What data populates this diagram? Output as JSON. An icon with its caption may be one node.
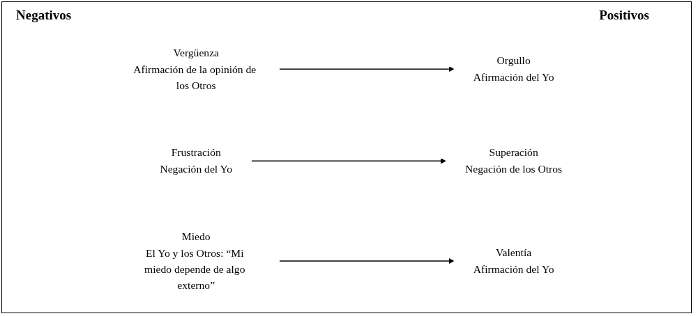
{
  "diagram": {
    "nodes": [
      {
        "text": [
          "Vergüenza",
          "Afirmación de la opinión de los Otros"
        ]
      },
      {
        "text": [
          "Orgullo",
          "Afirmación del Yo"
        ]
      },
      {
        "text": [
          "Frustración",
          "Negación del Yo"
        ]
      },
      {
        "text": [
          "Valentía",
          "Afirmación del Yo"
        ]
      },
      {
        "text": [
          "Miedo",
          "El Yo y los Otros: “Mi miedo depende de algo externo”"
        ]
      },
      {
        "text": [
          "Superación",
          "Negación de los Otros"
        ]
      }
    ],
    "edges": [
      {
        "from": 0,
        "to": 1,
        "arrow": "to"
      },
      {
        "from": 2,
        "to": 5,
        "arrow": "to"
      },
      {
        "from": 4,
        "to": 3,
        "arrow": "to"
      }
    ],
    "labels": [
      "Negativos",
      "Positivos"
    ]
  }
}
